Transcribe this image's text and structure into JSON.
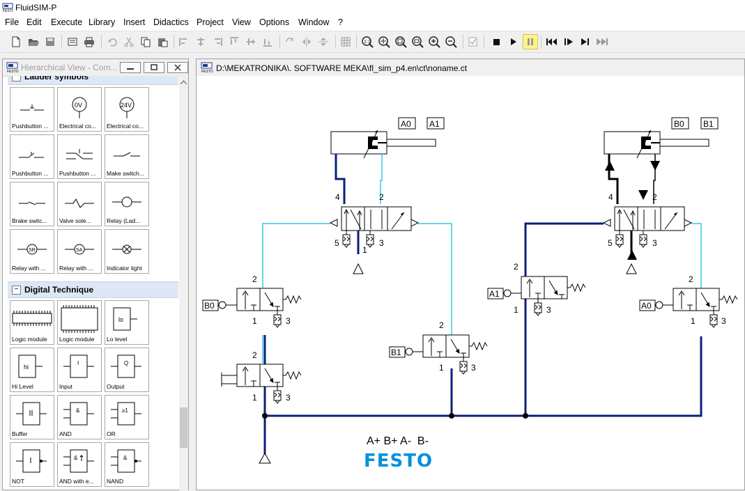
{
  "app": {
    "title": "FluidSIM-P"
  },
  "menu": [
    {
      "label": "File"
    },
    {
      "label": "Edit"
    },
    {
      "label": "Execute"
    },
    {
      "label": "Library"
    },
    {
      "label": "Insert"
    },
    {
      "label": "Didactics"
    },
    {
      "label": "Project"
    },
    {
      "label": "View"
    },
    {
      "label": "Options"
    },
    {
      "label": "Window"
    },
    {
      "label": "?"
    }
  ],
  "library_panel": {
    "title": "Hierarchical View - Com...",
    "clipped_group": "Ladder symbols",
    "ladder_tiles": [
      "Pushbutton ...",
      "Electrical co...",
      "Electrical co...",
      "Pushbutton ...",
      "Pushbutton ...",
      "Make switch...",
      "Brake switc...",
      "Valve sole...",
      "Relay (Lad...",
      "Relay with ...",
      "Relay with ...",
      "Indicator light"
    ],
    "electrical_labels": [
      "0V",
      "24V"
    ],
    "relay_labels": [
      "SR",
      "SA"
    ],
    "group_digital": "Digital Technique",
    "digital_tiles": [
      "Logic module",
      "Logic module",
      "Lo level",
      "Hi Level",
      "Input",
      "Output",
      "Buffer",
      "AND",
      "OR",
      "NOT",
      "AND with e...",
      "NAND"
    ],
    "digital_symbols": [
      "lo",
      "hi",
      "I",
      "Q",
      "&",
      "≥1"
    ]
  },
  "document": {
    "path": "D:\\MEKATRONIKA\\. SOFTWARE MEKA\\fl_sim_p4.en\\ct\\noname.ct",
    "sensor_labels": {
      "a0": "A0",
      "a1": "A1",
      "b0": "B0",
      "b1": "B1"
    },
    "port_labels": {
      "p1": "1",
      "p2": "2",
      "p3": "3",
      "p4": "4",
      "p5": "5"
    },
    "sequence": "A+ B+ A-  B-",
    "brand": "FESTO"
  }
}
